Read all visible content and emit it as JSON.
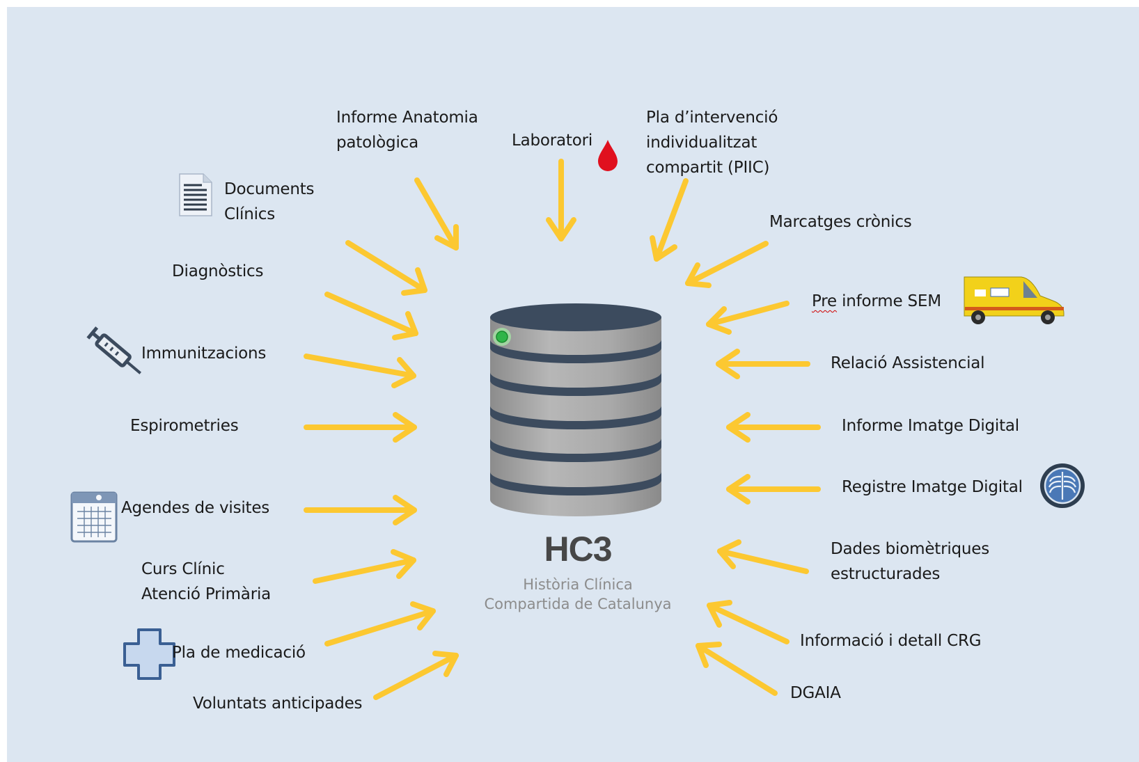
{
  "center": {
    "title": "HC3",
    "subtitle_line1": "Història Clínica",
    "subtitle_line2": "Compartida de Catalunya"
  },
  "sources": {
    "documents": [
      "Documents",
      "Clínics"
    ],
    "anatomia": [
      "Informe Anatomia",
      "patològica"
    ],
    "laboratori": "Laboratori",
    "piic": [
      "Pla d’intervenció",
      "individualitzat",
      "compartit (PIIC)"
    ],
    "marcatges": "Marcatges crònics",
    "diagnostics": "Diagnòstics",
    "immunitzacions": "Immunitzacions",
    "espirometries": "Espirometries",
    "agendes": "Agendes de visites",
    "curs_clinic": [
      "Curs Clínic",
      "Atenció Primària"
    ],
    "pla_medicacio": "Pla de medicació",
    "voluntats": "Voluntats anticipades",
    "preinforme_sem": [
      "Pre",
      " informe SEM"
    ],
    "relacio": "Relació  Assistencial",
    "informe_imatge": "Informe Imatge Digital",
    "registre_imatge": "Registre Imatge Digital",
    "dades_biometriques": [
      "Dades biomètriques",
      "estructurades"
    ],
    "crg": "Informació i detall CRG",
    "dgaia": "DGAIA"
  },
  "colors": {
    "background": "#dce6f1",
    "arrow": "#fcc831",
    "cylinder_body": "#a6a6a6",
    "cylinder_band": "#3c4b5e",
    "status_dot": "#2fb548",
    "blood_drop": "#e0101e"
  },
  "icons": [
    "document-icon",
    "blood-drop-icon",
    "syringe-icon",
    "calendar-icon",
    "medical-cross-icon",
    "ambulance-icon",
    "xray-icon"
  ]
}
